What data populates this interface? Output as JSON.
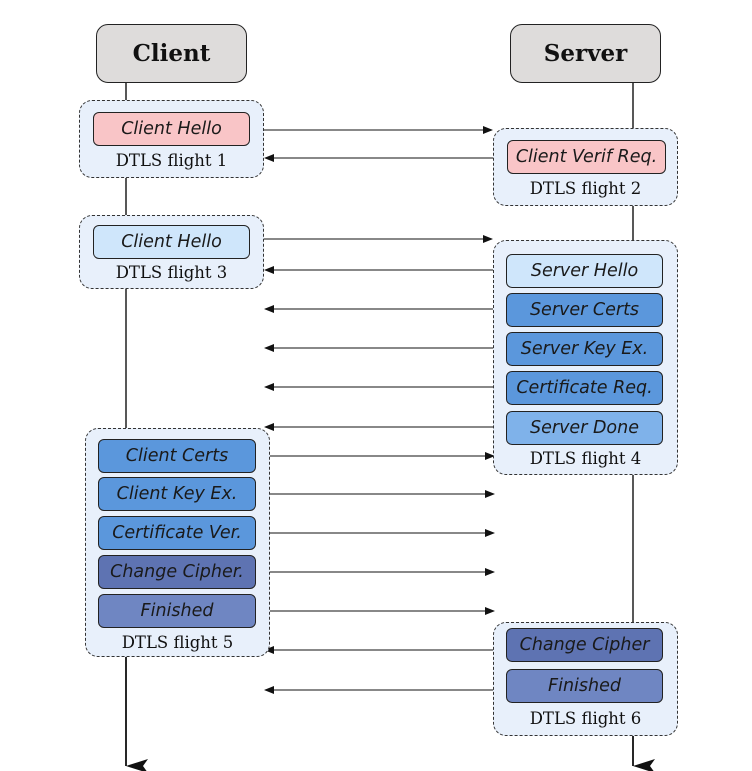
{
  "endpoints": {
    "client": "Client",
    "server": "Server"
  },
  "flights": {
    "f1": {
      "label": "DTLS flight 1",
      "messages": [
        "Client Hello"
      ]
    },
    "f2": {
      "label": "DTLS flight 2",
      "messages": [
        "Client Verif Req."
      ]
    },
    "f3": {
      "label": "DTLS flight 3",
      "messages": [
        "Client Hello"
      ]
    },
    "f4": {
      "label": "DTLS flight 4",
      "messages": [
        "Server Hello",
        "Server Certs",
        "Server Key Ex.",
        "Certificate Req.",
        "Server Done"
      ]
    },
    "f5": {
      "label": "DTLS flight 5",
      "messages": [
        "Client Certs",
        "Client Key Ex.",
        "Certificate Ver.",
        "Change Cipher.",
        "Finished"
      ]
    },
    "f6": {
      "label": "DTLS flight 6",
      "messages": [
        "Change Cipher",
        "Finished"
      ]
    }
  },
  "colors": {
    "pink": "#f9c5c7",
    "light_blue": "#cfe6fb",
    "mid_blue": "#7fb2ea",
    "blue": "#5b97dc",
    "slate": "#6f86c2",
    "slate_dark": "#5e73b2",
    "flight_bg": "#e8f0fb",
    "endpoint_bg": "#dedcdb"
  }
}
